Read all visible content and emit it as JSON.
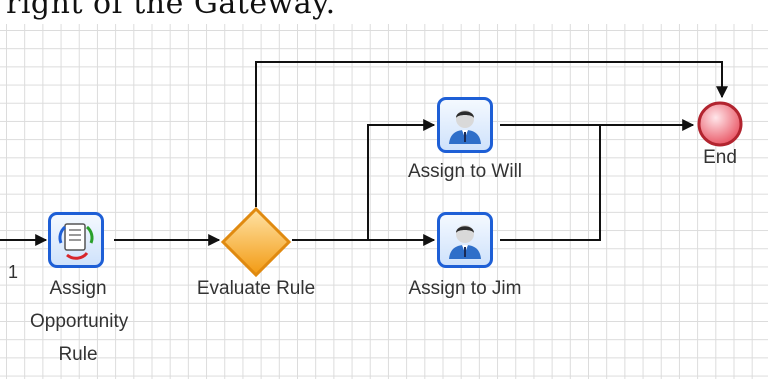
{
  "heading": "right of the Gateway.",
  "diagram": {
    "start_marker": "1",
    "tasks": [
      {
        "id": "assign-opportunity-rule",
        "label_lines": [
          "Assign",
          "Opportunity",
          "Rule"
        ],
        "icon": "business-rule-icon"
      },
      {
        "id": "assign-to-will",
        "label": "Assign to Will",
        "icon": "user-icon"
      },
      {
        "id": "assign-to-jim",
        "label": "Assign to Jim",
        "icon": "user-icon"
      }
    ],
    "gateway": {
      "label": "Evaluate Rule",
      "icon": "exclusive-gateway-diamond"
    },
    "end": {
      "label": "End",
      "icon": "end-event-circle"
    },
    "colors": {
      "task_border": "#1e5fd6",
      "gateway_fill": "#f7a623",
      "end_fill": "#f06c7a",
      "end_border": "#b2242f",
      "edge": "#111111"
    }
  }
}
